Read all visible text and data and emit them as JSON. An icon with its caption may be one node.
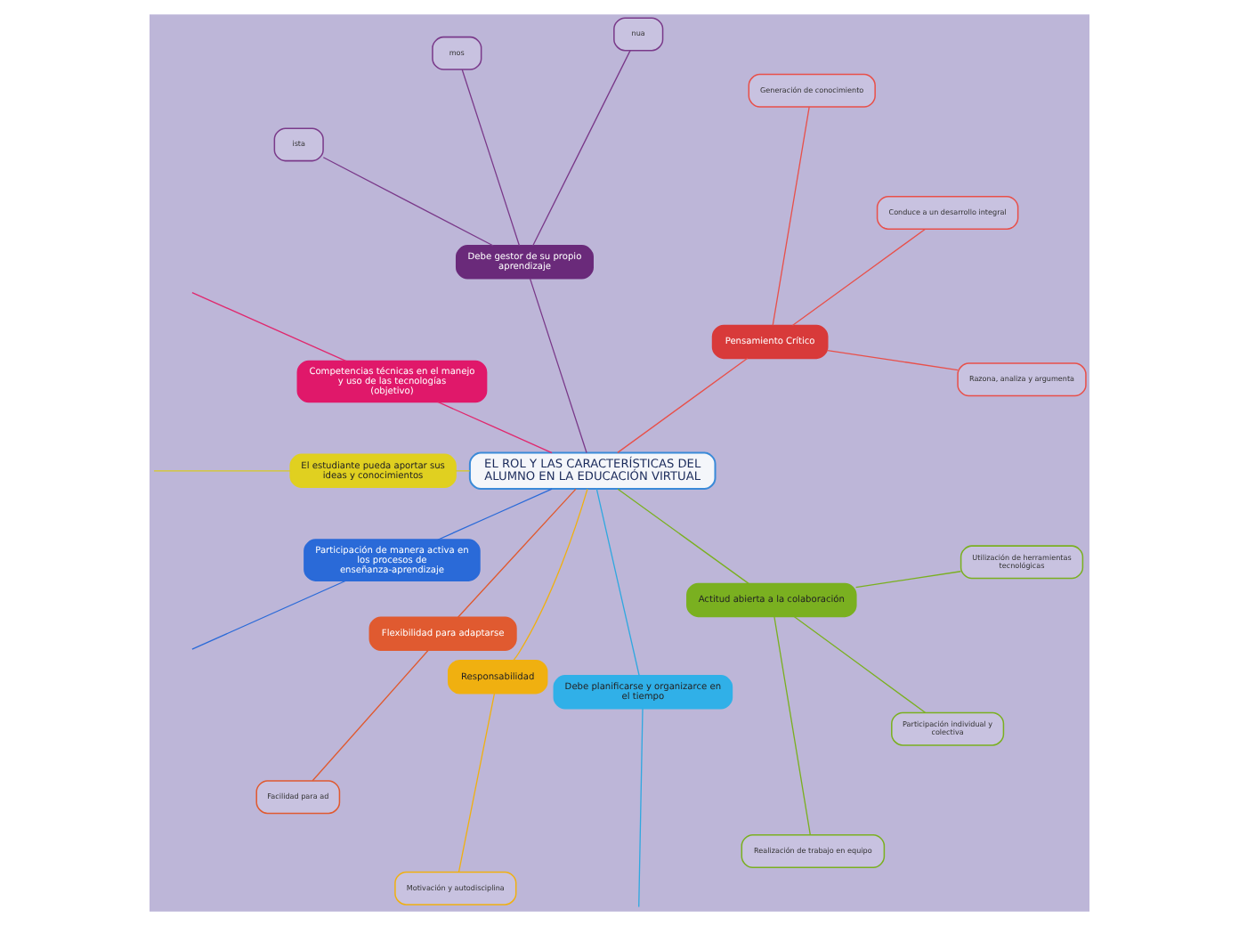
{
  "diagram": {
    "nodes": [
      {
        "text": [
          "EL ROL Y LAS CARACTERÍSTICAS DEL ALUMNO EN LA EDUCACIÓN VIRTUAL"
        ]
      },
      {
        "text": [
          "Pensamiento Crítico"
        ]
      },
      {
        "text": [
          "Razona, analiza y argumenta"
        ]
      },
      {
        "text": [
          "Conduce a un desarrollo integral"
        ]
      },
      {
        "text": [
          "Generación de conocimiento"
        ]
      },
      {
        "text": [
          "Debe gestor de su propio aprendizaje"
        ]
      },
      {
        "text": [
          "nua"
        ]
      },
      {
        "text": [
          "mos"
        ]
      },
      {
        "text": [
          "ista"
        ]
      },
      {
        "text": [
          "Competencias técnicas en el manejo y uso de las tecnologías (objetivo)"
        ]
      },
      {
        "text": [
          "El estudiante pueda aportar sus ideas y conocimientos"
        ]
      },
      {
        "text": [
          "Participación de manera activa en los procesos de enseñanza-aprendizaje"
        ]
      },
      {
        "text": [
          "Flexibilidad para adaptarse"
        ]
      },
      {
        "text": [
          "Facilidad para ad"
        ]
      },
      {
        "text": [
          "Responsabilidad"
        ]
      },
      {
        "text": [
          "Motivación y autodisciplina"
        ]
      },
      {
        "text": [
          "Debe planificarse y organizarce en el tiempo"
        ]
      },
      {
        "text": [
          "Actitud abierta a la colaboración"
        ]
      },
      {
        "text": [
          "Realización de trabajo en equipo"
        ]
      },
      {
        "text": [
          "Participación individual y colectiva"
        ]
      },
      {
        "text": [
          "Utilización de herramientas tecnológicas"
        ]
      }
    ],
    "edges": [
      {
        "from": 0,
        "to": 1,
        "arrow": "none",
        "color": "#e8504a"
      },
      {
        "from": 1,
        "to": 2,
        "arrow": "none",
        "color": "#e8504a"
      },
      {
        "from": 1,
        "to": 3,
        "arrow": "none",
        "color": "#e8504a"
      },
      {
        "from": 1,
        "to": 4,
        "arrow": "none",
        "color": "#e8504a"
      },
      {
        "from": 0,
        "to": 5,
        "arrow": "none",
        "color": "#7a3a8a"
      },
      {
        "from": 5,
        "to": 6,
        "arrow": "none",
        "color": "#7a3a8a"
      },
      {
        "from": 5,
        "to": 7,
        "arrow": "none",
        "color": "#7a3a8a"
      },
      {
        "from": 5,
        "to": 8,
        "arrow": "none",
        "color": "#7a3a8a"
      },
      {
        "from": 0,
        "to": 9,
        "arrow": "none",
        "color": "#e0286e"
      },
      {
        "from": 9,
        "to": null,
        "arrow": "none",
        "color": "#e0286e"
      },
      {
        "from": 0,
        "to": 10,
        "arrow": "none",
        "color": "#d8c820"
      },
      {
        "from": 10,
        "to": null,
        "arrow": "none",
        "color": "#d8c820"
      },
      {
        "from": 0,
        "to": 11,
        "arrow": "none",
        "color": "#2a6ad8"
      },
      {
        "from": 11,
        "to": null,
        "arrow": "none",
        "color": "#2a6ad8"
      },
      {
        "from": 0,
        "to": 12,
        "arrow": "none",
        "color": "#e05a30"
      },
      {
        "from": 12,
        "to": 13,
        "arrow": "none",
        "color": "#e05a30"
      },
      {
        "from": 0,
        "to": 14,
        "arrow": "none",
        "color": "#f0b010"
      },
      {
        "from": 14,
        "to": 15,
        "arrow": "none",
        "color": "#f0b010"
      },
      {
        "from": 0,
        "to": 16,
        "arrow": "none",
        "color": "#30a8e0"
      },
      {
        "from": 16,
        "to": null,
        "arrow": "none",
        "color": "#30a8e0"
      },
      {
        "from": 0,
        "to": 17,
        "arrow": "none",
        "color": "#7ab020"
      },
      {
        "from": 17,
        "to": 18,
        "arrow": "none",
        "color": "#7ab020"
      },
      {
        "from": 17,
        "to": 19,
        "arrow": "none",
        "color": "#7ab020"
      },
      {
        "from": 17,
        "to": 20,
        "arrow": "none",
        "color": "#7ab020"
      }
    ]
  }
}
